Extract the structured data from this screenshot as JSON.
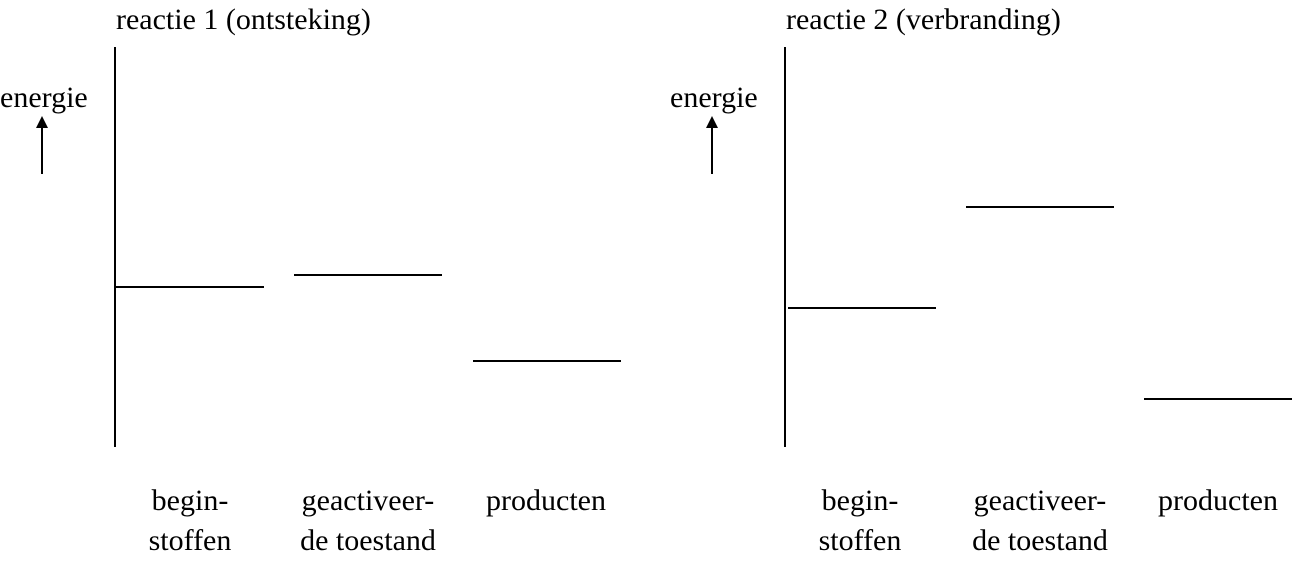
{
  "diagrams": [
    {
      "title": "reactie 1 (ontsteking)",
      "y_axis_label": "energie",
      "columns": [
        {
          "line1": "begin-",
          "line2": "stoffen"
        },
        {
          "line1": "geactiveer-",
          "line2": "de toestand"
        },
        {
          "line1": "producten",
          "line2": ""
        }
      ]
    },
    {
      "title": "reactie 2 (verbranding)",
      "y_axis_label": "energie",
      "columns": [
        {
          "line1": "begin-",
          "line2": "stoffen"
        },
        {
          "line1": "geactiveer-",
          "line2": "de toestand"
        },
        {
          "line1": "producten",
          "line2": ""
        }
      ]
    }
  ],
  "colors": {
    "ink": "#000000",
    "background": "#ffffff"
  }
}
